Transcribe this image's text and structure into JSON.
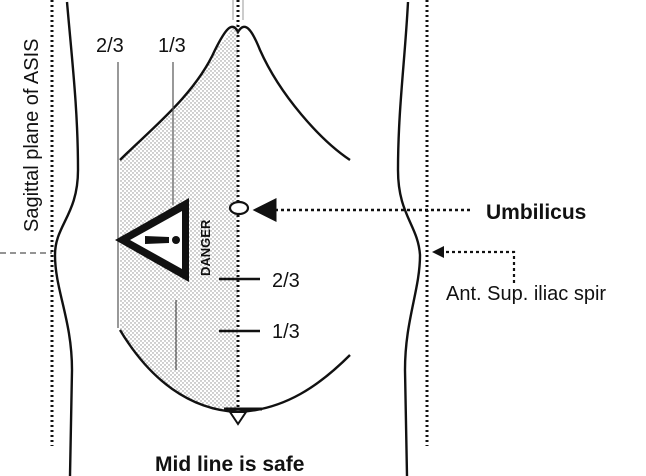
{
  "labels": {
    "sagittal_plane": "Sagittal plane of ASIS",
    "two_thirds_top": "2/3",
    "one_third_top": "1/3",
    "umbilicus": "Umbilicus",
    "asis": "Ant. Sup. iliac spir",
    "midline_two_thirds": "2/3",
    "midline_one_third": "1/3",
    "danger": "DANGER",
    "caption": "Mid line is safe"
  },
  "colors": {
    "ink": "#111111",
    "stipple": "#9a9a9a",
    "danger_fill": "#ffffff"
  },
  "icons": {
    "warning": "warning-triangle-icon"
  }
}
